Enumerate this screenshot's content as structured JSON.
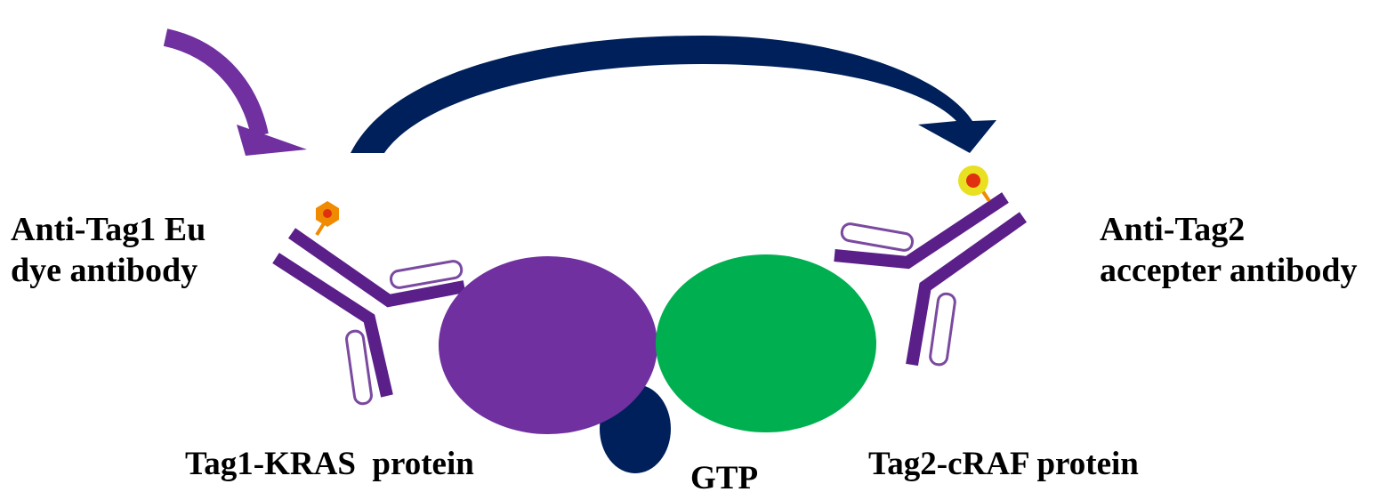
{
  "labels": {
    "left_antibody": [
      "Anti-Tag1 Eu",
      "dye antibody"
    ],
    "right_antibody": [
      "Anti-Tag2",
      "accepter antibody"
    ],
    "kras_protein": "Tag1-KRAS  protein",
    "craf_protein": "Tag2-cRAF protein",
    "gtp": "GTP"
  },
  "colors": {
    "purple_light": "#7030a0",
    "purple_dark": "#5b1f8a",
    "navy": "#00205b",
    "green": "#00b050",
    "eu_dye": "#f08a00",
    "acceptor_glow": "#e8e020",
    "dye_core": "#e03010",
    "text": "#000000"
  }
}
